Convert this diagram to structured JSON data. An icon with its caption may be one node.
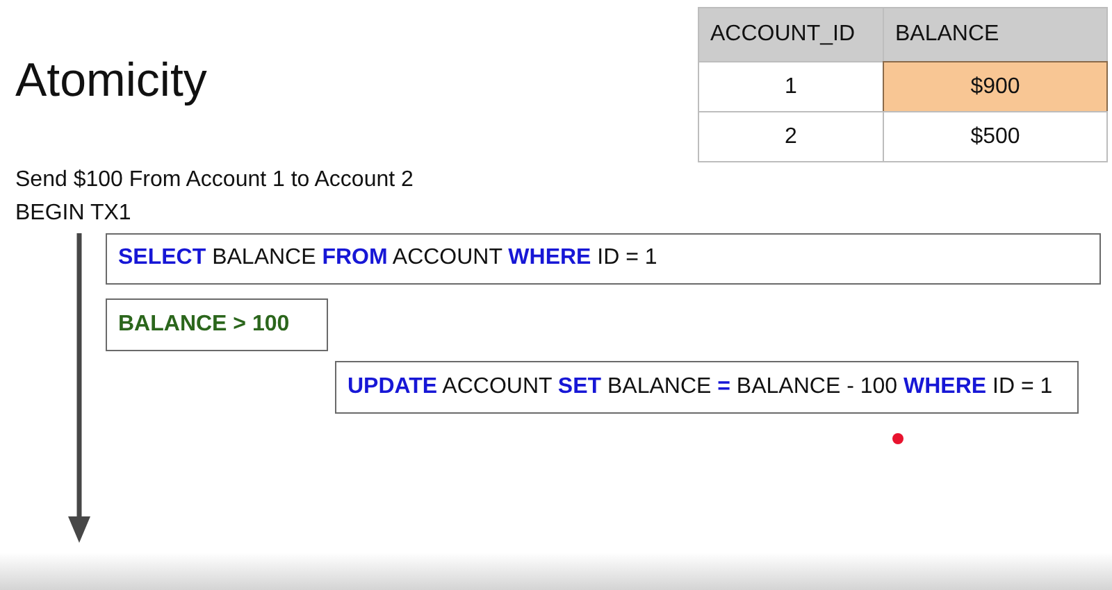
{
  "diagram": {
    "title": "Atomicity",
    "nodes": [
      {
        "text": [
          "**SELECT** BALANCE **FROM** ACCOUNT **WHERE** ID = 1"
        ]
      },
      {
        "text": [
          "BALANCE > 100"
        ]
      },
      {
        "text": [
          "**UPDATE** ACCOUNT **SET** BALANCE **=** BALANCE - 100 **WHERE** ID = 1"
        ]
      }
    ],
    "labels": [
      "Send $100 From Account 1 to Account 2",
      "BEGIN TX1",
      "ACCOUNT_ID",
      "BALANCE",
      "1",
      "$900",
      "2",
      "$500"
    ]
  }
}
